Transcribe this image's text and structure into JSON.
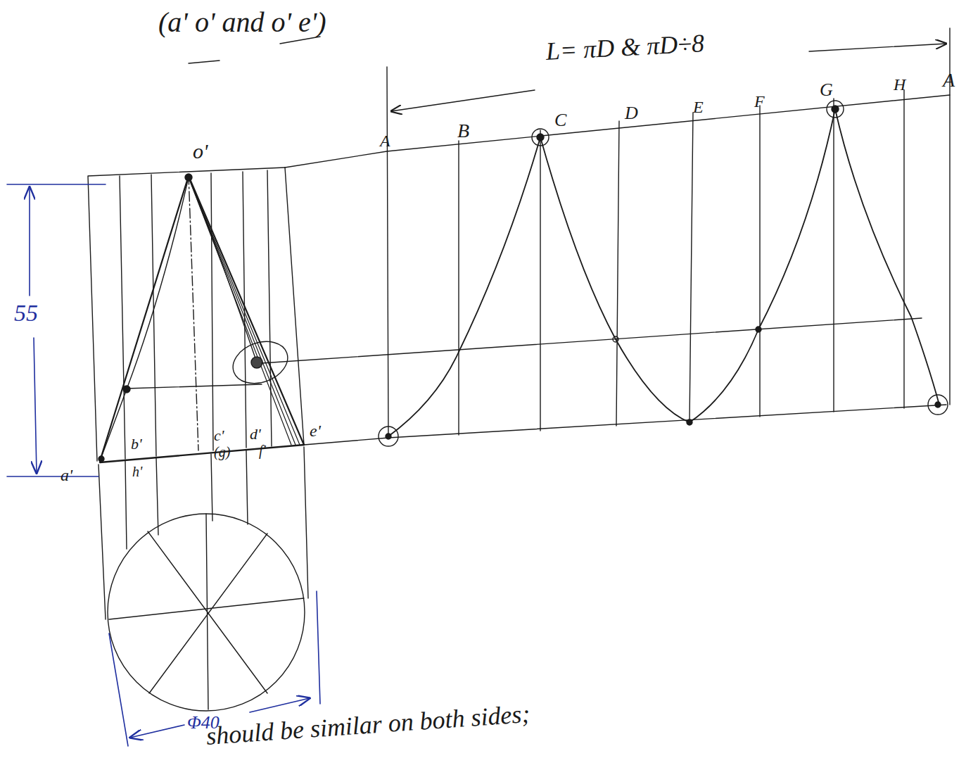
{
  "diagram": {
    "labels": [
      "(a' o' and o' e')",
      "L= πD & πD÷8",
      "A",
      "B",
      "C",
      "D",
      "E",
      "F",
      "G",
      "H",
      "A",
      "o'",
      "55",
      "a'",
      "b'",
      "h'",
      "c'",
      "(g)",
      "d'",
      "f'",
      "e'",
      "Φ40",
      "should be similar on both sides;"
    ]
  }
}
